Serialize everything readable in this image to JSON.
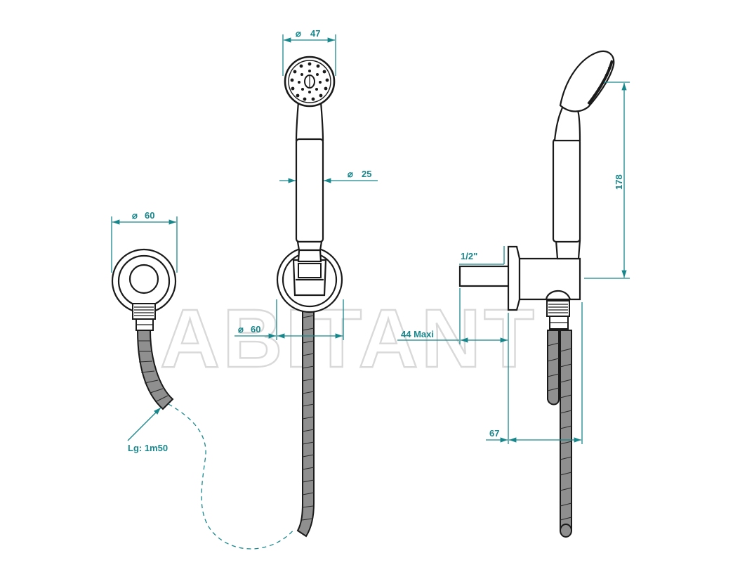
{
  "watermark": "ABITANT",
  "colors": {
    "dimension": "#18878c",
    "ink": "#1a1a1a",
    "hose": "#8f8f8f",
    "watermark": "#d9d9d9"
  },
  "dimensions": {
    "head_diameter": "47",
    "handle_diameter": "25",
    "outlet_diameter_left": "60",
    "outlet_diameter_front": "60",
    "hose_length": "Lg: 1m50",
    "thread": "1/2\"",
    "max_depth": "44  Maxi",
    "projection": "67",
    "height": "178"
  },
  "symbols": {
    "diameter": "⌀"
  },
  "views": [
    "wall-outlet-view",
    "front-view",
    "side-view"
  ]
}
